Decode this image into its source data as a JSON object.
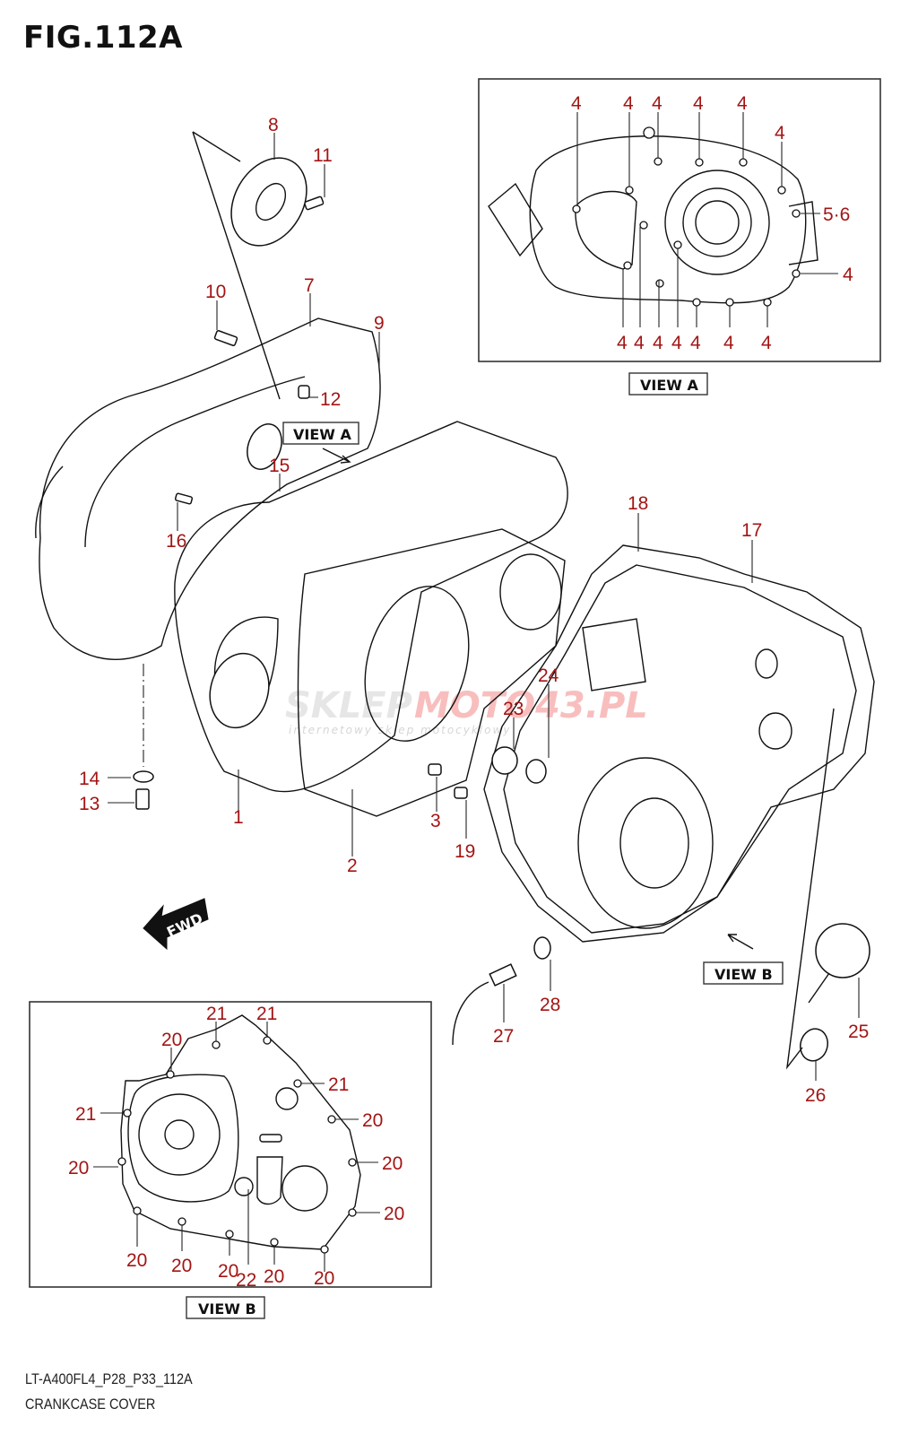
{
  "figure": {
    "title": "FIG.112A",
    "code": "LT-A400FL4_P28_P33_112A",
    "name": "CRANKCASE COVER"
  },
  "watermark": {
    "brand_left": "SKLEP",
    "brand_right": "MOTO43.PL",
    "tagline": "internetowy sklep motocyklowy"
  },
  "direction_marker": {
    "label": "FWD"
  },
  "views": {
    "view_a": {
      "label": "VIEW A"
    },
    "view_b": {
      "label": "VIEW B"
    },
    "view_a_pointer": {
      "label": "VIEW A"
    },
    "view_b_pointer": {
      "label": "VIEW B"
    }
  },
  "colors": {
    "label": "#a31515",
    "line": "#111111"
  },
  "callouts_main": [
    "1",
    "2",
    "3",
    "7",
    "8",
    "9",
    "10",
    "11",
    "12",
    "13",
    "14",
    "15",
    "16",
    "17",
    "18",
    "19",
    "23",
    "24",
    "25",
    "26",
    "27",
    "28"
  ],
  "callouts_view_a": {
    "top": [
      "4",
      "4",
      "4",
      "4",
      "4",
      "4"
    ],
    "right": [
      "5·6",
      "4"
    ],
    "bottom": [
      "4",
      "4",
      "4",
      "4",
      "4",
      "4",
      "4"
    ]
  },
  "callouts_view_b": {
    "top": [
      "20",
      "21",
      "21"
    ],
    "left": [
      "21",
      "20"
    ],
    "right": [
      "21",
      "20",
      "20",
      "20"
    ],
    "bottom": [
      "20",
      "20",
      "20",
      "22",
      "20",
      "20"
    ]
  }
}
